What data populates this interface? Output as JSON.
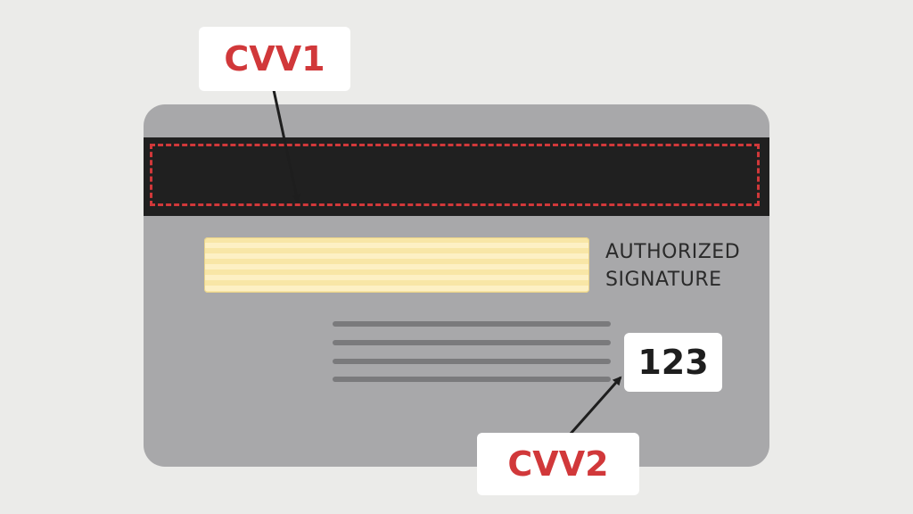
{
  "callouts": {
    "cvv1": "CVV1",
    "cvv2": "CVV2"
  },
  "card": {
    "signature_label_line1": "AUTHORIZED",
    "signature_label_line2": "SIGNATURE",
    "cvv_value": "123"
  },
  "colors": {
    "accent": "#d1383a",
    "card": "#a8a8aa",
    "magnetic_stripe": "#202020",
    "signature_panel": "#f8e6a6",
    "background": "#ebebe9"
  }
}
